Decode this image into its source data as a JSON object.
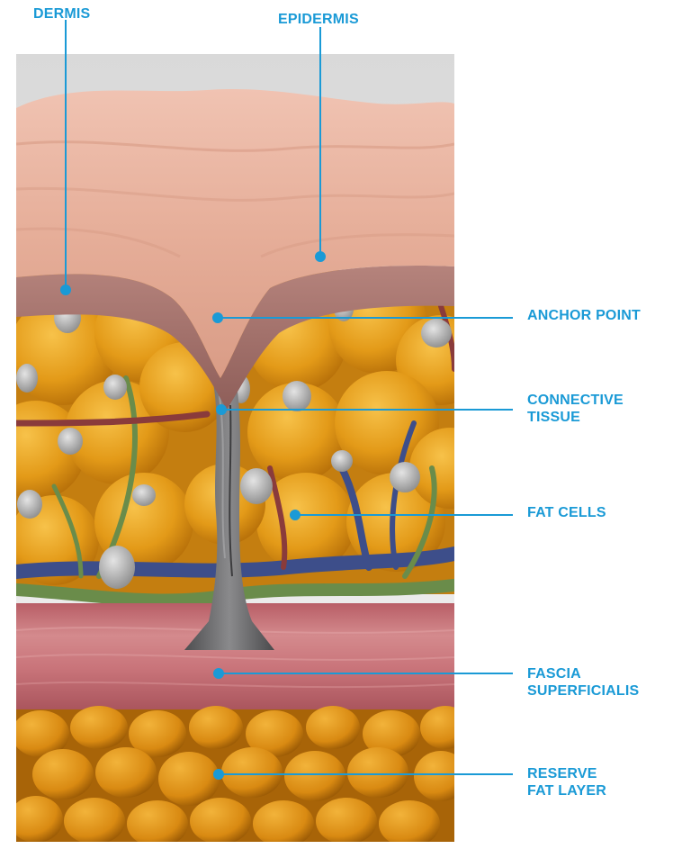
{
  "labels": {
    "dermis": "DERMIS",
    "epidermis": "EPIDERMIS",
    "anchor_point": "ANCHOR POINT",
    "connective_tissue": "CONNECTIVE\nTISSUE",
    "fat_cells": "FAT CELLS",
    "fascia_superficialis": "FASCIA\nSUPERFICIALIS",
    "reserve_fat_layer": "RESERVE\nFAT LAYER"
  },
  "colors": {
    "label_text": "#1a9ad6",
    "leader_line": "#1a9ad6",
    "epidermis_surface": "#e9b39f",
    "dermis_band": "#9a6a66",
    "fat_cell": "#e7a21b",
    "fascia": "#c9747a",
    "connective_tissue": "#6e6e70",
    "vein": "#3d4e8a",
    "artery": "#8a3b3b",
    "lymph": "#6a8c4a"
  }
}
